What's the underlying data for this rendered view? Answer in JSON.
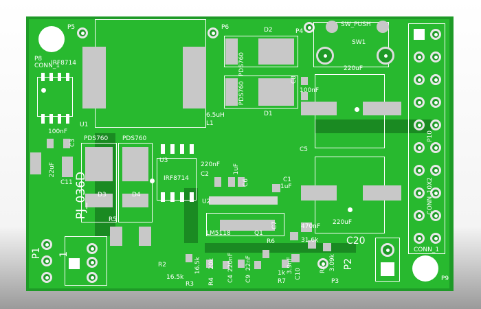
{
  "labels": {
    "P5": "P5",
    "P6": "P6",
    "P4": "P4",
    "P8": "P8",
    "CONN_1_tl": "CONN_1",
    "IRF8714_1": "IRF8714",
    "nf100_1": "100nF",
    "U1": "U1",
    "C3": "C3",
    "nf2uF": "22uF",
    "C11": "C11",
    "PDS760_a": "PDS760",
    "PDS760_b": "PDS760",
    "D3": "D3",
    "D4": "D4",
    "PJ": "PJ_036D",
    "R5": "R5",
    "U3": "U3",
    "IRF8714_2": "IRF8714",
    "D2": "D2",
    "PDS760_c": "PDS760",
    "PDS760_d": "PDS760",
    "D1": "D1",
    "uH": "6.5uH",
    "L1": "L1",
    "SW_PUSH": "SW_PUSH",
    "SW1": "SW1",
    "uF220_a": "220uF",
    "C8": "C8",
    "nf100_2": "100nF",
    "C5": "C5",
    "uF220_b": "220uF",
    "nf220": "220nF",
    "C2": "C2",
    "uF1_a": "1uF",
    "C6": "C6",
    "C1": "C1",
    "uF1_b": "1uF",
    "U2": "U2",
    "LM5118": "LM5118",
    "Q1": "Q1",
    "C7": "C7",
    "nf470": "470nF",
    "R6": "R6",
    "k31_6": "31.6k",
    "C20": "C20",
    "P2": "P2",
    "k3_09": "3.09k",
    "R8": "R8",
    "P3": "P3",
    "C10": "C10",
    "nf3_9": "3.9nF",
    "R7": "R7",
    "k1": "1k",
    "C9": "C9",
    "nf22": "22nF",
    "C4": "C4",
    "nf220b": "220nF",
    "R4": "R4",
    "k20": "20k",
    "R3": "R3",
    "k16_5a": "16.5k",
    "R2": "R2",
    "k16_5b": "16.5k",
    "P1": "P1",
    "one": "1",
    "P10": "P10",
    "CONN_10X2": "CONN_10X2",
    "CONN_1_br": "CONN_1",
    "P9": "P9"
  }
}
